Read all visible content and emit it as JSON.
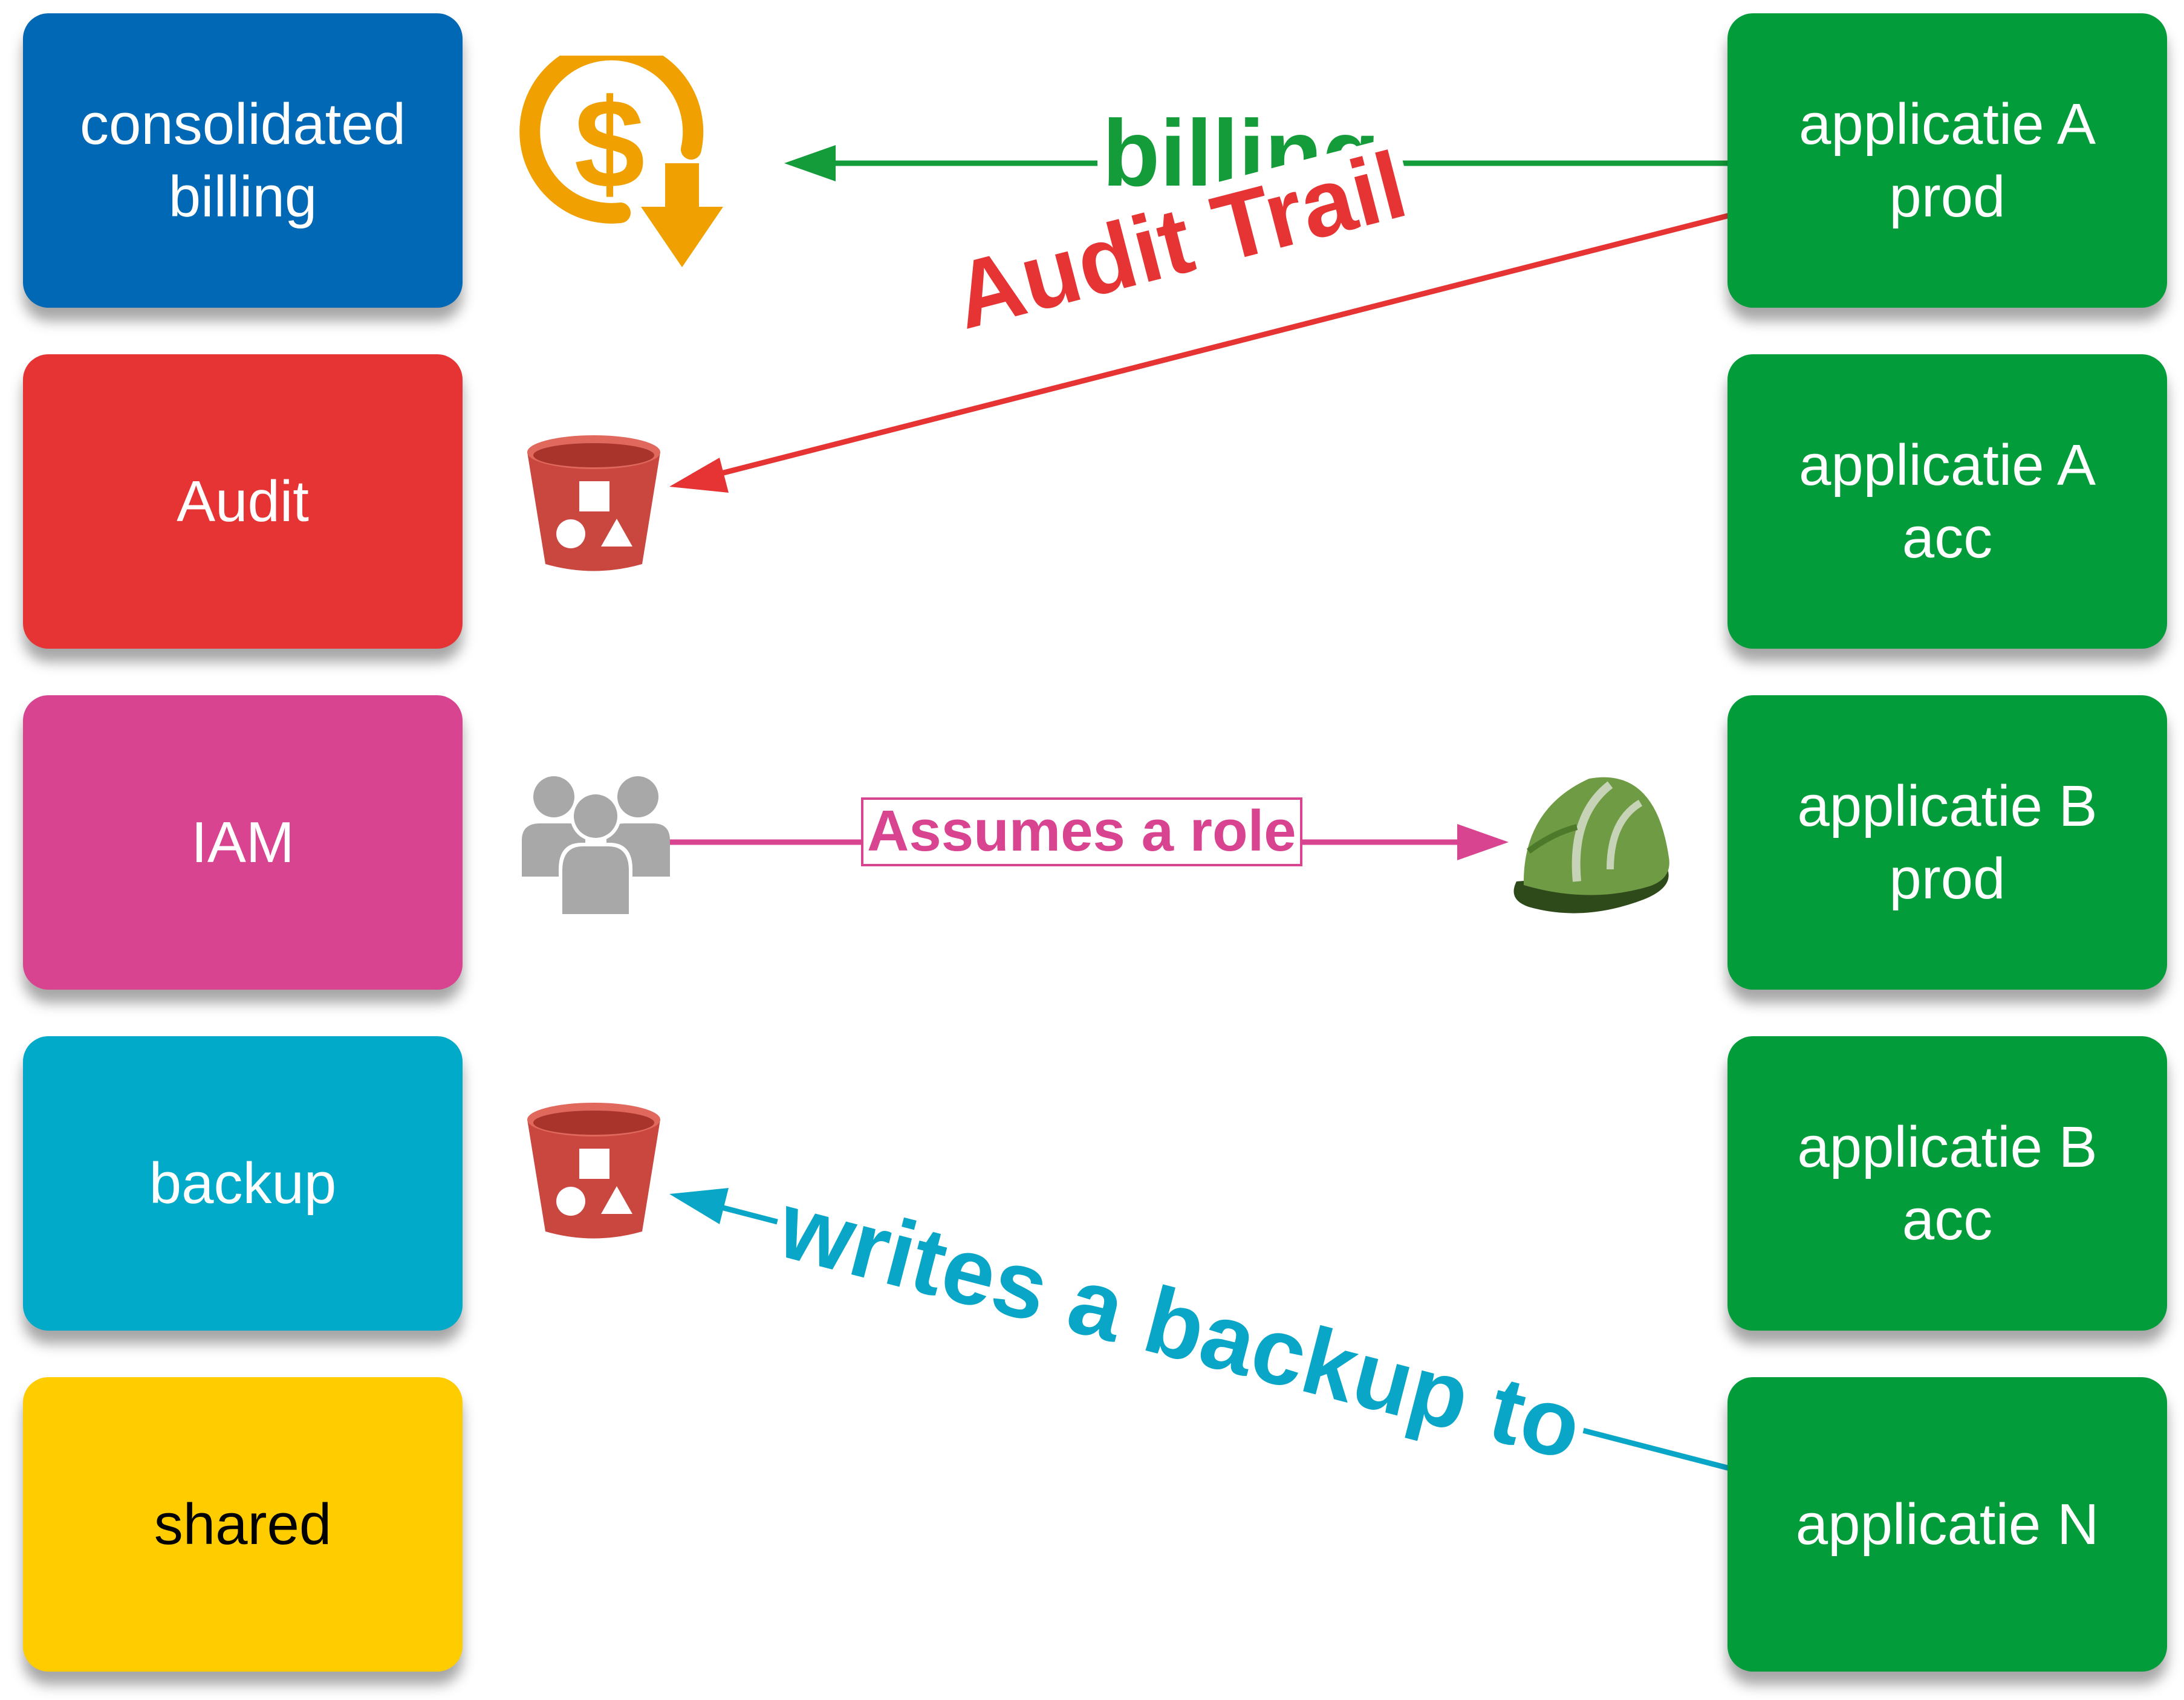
{
  "colors": {
    "blue": "#0068B4",
    "red": "#E53433",
    "pink": "#D94490",
    "cyan": "#01AAC9",
    "yellow": "#FFCC00",
    "green": "#039C3A",
    "billing_arrow": "#149C3A",
    "audit_arrow": "#E53433",
    "role_arrow": "#D94490",
    "backup_arrow": "#0AA6C7",
    "dollar_icon": "#F0A000",
    "bucket_icon": "#C9473F",
    "users_icon": "#A8A8A8",
    "helmet_icon": "#6E9B43"
  },
  "accounts": {
    "consolidated_billing": {
      "line1": "consolidated",
      "line2": "billing"
    },
    "audit": {
      "line1": "Audit"
    },
    "iam": {
      "line1": "IAM"
    },
    "backup": {
      "line1": "backup"
    },
    "shared": {
      "line1": "shared"
    }
  },
  "applications": {
    "a_prod": {
      "line1": "applicatie A",
      "line2": "prod"
    },
    "a_acc": {
      "line1": "applicatie A",
      "line2": "acc"
    },
    "b_prod": {
      "line1": "applicatie B",
      "line2": "prod"
    },
    "b_acc": {
      "line1": "applicatie B",
      "line2": "acc"
    },
    "n": {
      "line1": "applicatie N"
    }
  },
  "connections": {
    "billing": "billing",
    "audit_trail": "Audit Trail",
    "assumes_role": "Assumes a role",
    "backup": "writes a backup to"
  },
  "icons": {
    "billing": "dollar-cycle-download-icon",
    "audit": "s3-bucket-icon",
    "iam": "users-group-icon",
    "role": "hard-hat-icon",
    "backup": "s3-bucket-icon"
  }
}
